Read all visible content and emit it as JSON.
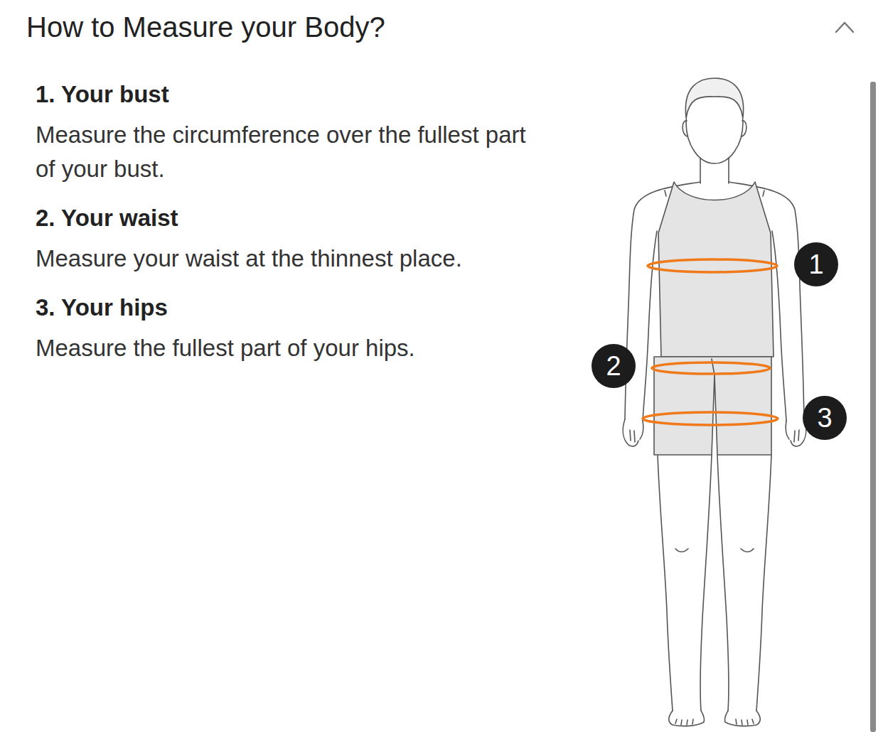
{
  "diagram": {
    "title": "How to Measure your Body?",
    "nodes": [
      {
        "text": [
          "1"
        ]
      },
      {
        "text": [
          "2"
        ]
      },
      {
        "text": [
          "3"
        ]
      }
    ],
    "labels": [
      "1. Your bust",
      "Measure the circumference over the fullest part of your bust.",
      "2. Your waist",
      "Measure your waist at the thinnest place.",
      "3. Your hips",
      "Measure the fullest part of your hips."
    ]
  }
}
